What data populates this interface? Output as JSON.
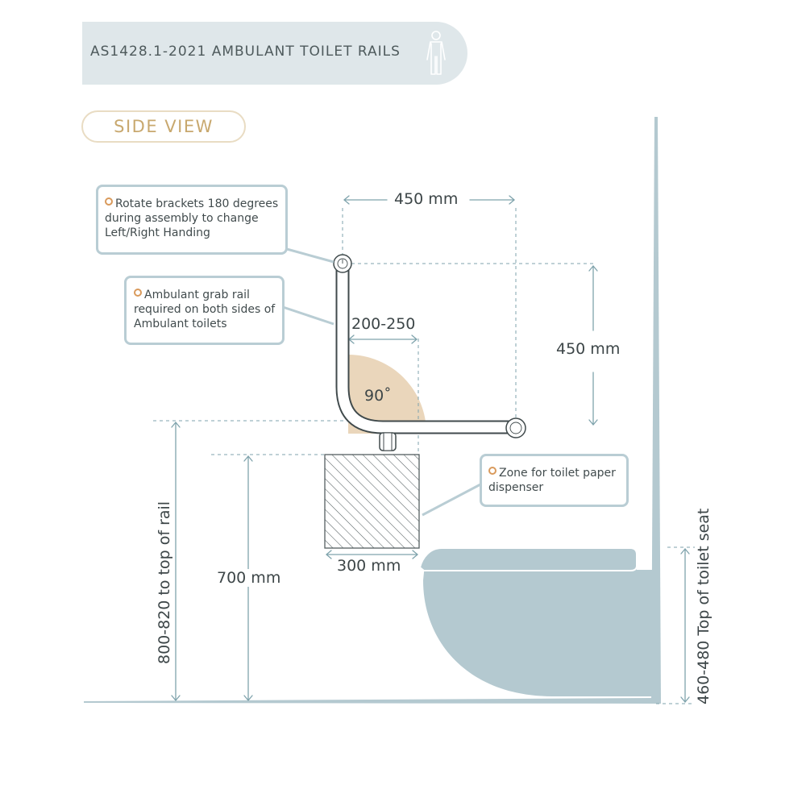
{
  "header": {
    "title": "AS1428.1-2021 AMBULANT TOILET RAILS",
    "icon": "person-standing-icon",
    "background": "#dfe7ea"
  },
  "view_label": "SIDE VIEW",
  "notes": {
    "brackets": "Rotate brackets 180 degrees during assembly to change Left/Right Handing",
    "grab_rail": "Ambulant grab rail required on both sides of Ambulant toilets",
    "paper_zone": "Zone for toilet paper dispenser"
  },
  "dimensions": {
    "rail_width": "450 mm",
    "rail_height": "450 mm",
    "bend_offset": "200-250",
    "angle": "90˚",
    "dispenser_width": "300 mm",
    "dispenser_height": "700 mm",
    "rail_top": "800-820 to top of rail",
    "seat_top": "460-480 Top of toilet seat"
  },
  "colors": {
    "accent": "#c8a86e",
    "toilet": "#b4c9d0",
    "angle_fill": "#ead6bb",
    "dimension_line": "#7fa3ac"
  }
}
